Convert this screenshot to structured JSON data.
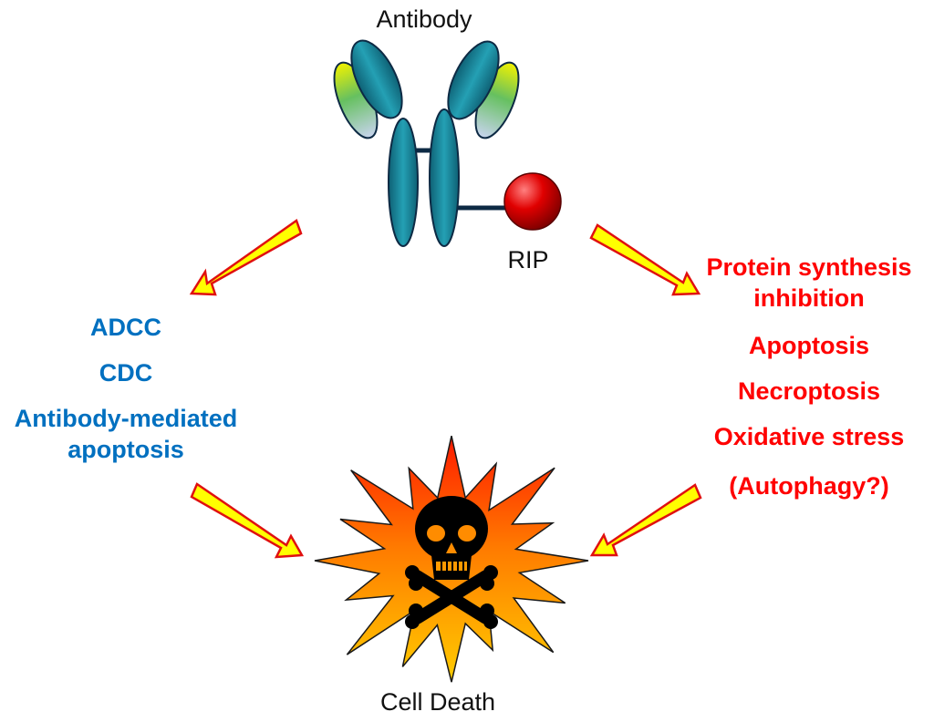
{
  "labels": {
    "antibody": "Antibody",
    "rip": "RIP",
    "cell_death": "Cell Death"
  },
  "left_mechanisms": [
    "ADCC",
    "CDC",
    "Antibody-mediated",
    "apoptosis"
  ],
  "right_mechanisms": [
    "Protein synthesis",
    "inhibition",
    "Apoptosis",
    "Necroptosis",
    "Oxidative stress",
    "(Autophagy?)"
  ],
  "colors": {
    "left_text": "#0070c0",
    "right_text": "#ff0000",
    "arrow_fill": "#ffff00",
    "arrow_stroke": "#e01010",
    "antibody_body": "#1a7f95",
    "rip_sphere": "#d40000",
    "burst_outer": "#ff0000",
    "burst_inner": "#ffc000"
  },
  "icons": {
    "arrows": "arrow-icon",
    "burst": "explosion-burst-icon",
    "skull": "skull-crossbones-icon",
    "rip": "sphere-icon"
  }
}
